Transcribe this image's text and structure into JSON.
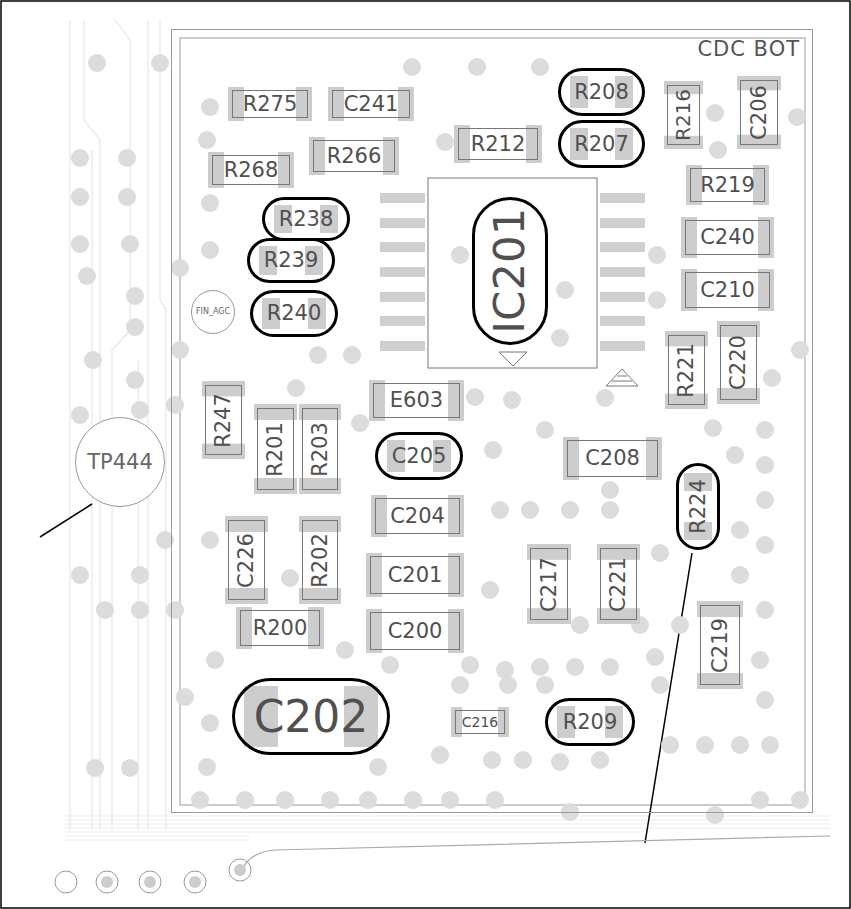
{
  "diagram": {
    "nodes": [
      {
        "text": [
          "CDC BOT"
        ]
      },
      {
        "text": [
          "R275"
        ],
        "in": 0
      },
      {
        "text": [
          "C241"
        ],
        "in": 0
      },
      {
        "text": [
          "R208"
        ],
        "in": 0
      },
      {
        "text": [
          "R216"
        ],
        "in": 0
      },
      {
        "text": [
          "C206"
        ],
        "in": 0
      },
      {
        "text": [
          "R212"
        ],
        "in": 0
      },
      {
        "text": [
          "R207"
        ],
        "in": 0
      },
      {
        "text": [
          "R266"
        ],
        "in": 0
      },
      {
        "text": [
          "R268"
        ],
        "in": 0
      },
      {
        "text": [
          "R219"
        ],
        "in": 0
      },
      {
        "text": [
          "R238"
        ],
        "in": 0
      },
      {
        "text": [
          "IC201"
        ],
        "in": 0
      },
      {
        "text": [
          "C240"
        ],
        "in": 0
      },
      {
        "text": [
          "R239"
        ],
        "in": 0
      },
      {
        "text": [
          "C210"
        ],
        "in": 0
      },
      {
        "text": [
          "FIN_AGC"
        ],
        "in": 0
      },
      {
        "text": [
          "R240"
        ],
        "in": 0
      },
      {
        "text": [
          "R221"
        ],
        "in": 0
      },
      {
        "text": [
          "C220"
        ],
        "in": 0
      },
      {
        "text": [
          "E603"
        ],
        "in": 0
      },
      {
        "text": [
          "R247"
        ],
        "in": 0
      },
      {
        "text": [
          "R201"
        ],
        "in": 0
      },
      {
        "text": [
          "R203"
        ],
        "in": 0
      },
      {
        "text": [
          "C205"
        ],
        "in": 0
      },
      {
        "text": [
          "C208"
        ],
        "in": 0
      },
      {
        "text": [
          "TP444"
        ]
      },
      {
        "text": [
          "R224"
        ],
        "in": 0
      },
      {
        "text": [
          "C204"
        ],
        "in": 0
      },
      {
        "text": [
          "C226"
        ],
        "in": 0
      },
      {
        "text": [
          "R202"
        ],
        "in": 0
      },
      {
        "text": [
          "C201"
        ],
        "in": 0
      },
      {
        "text": [
          "C217"
        ],
        "in": 0
      },
      {
        "text": [
          "C221"
        ],
        "in": 0
      },
      {
        "text": [
          "R200"
        ],
        "in": 0
      },
      {
        "text": [
          "C200"
        ],
        "in": 0
      },
      {
        "text": [
          "C219"
        ],
        "in": 0
      },
      {
        "text": [
          "C202"
        ],
        "in": 0
      },
      {
        "text": [
          "C216"
        ],
        "in": 0
      },
      {
        "text": [
          "R209"
        ],
        "in": 0
      }
    ]
  }
}
